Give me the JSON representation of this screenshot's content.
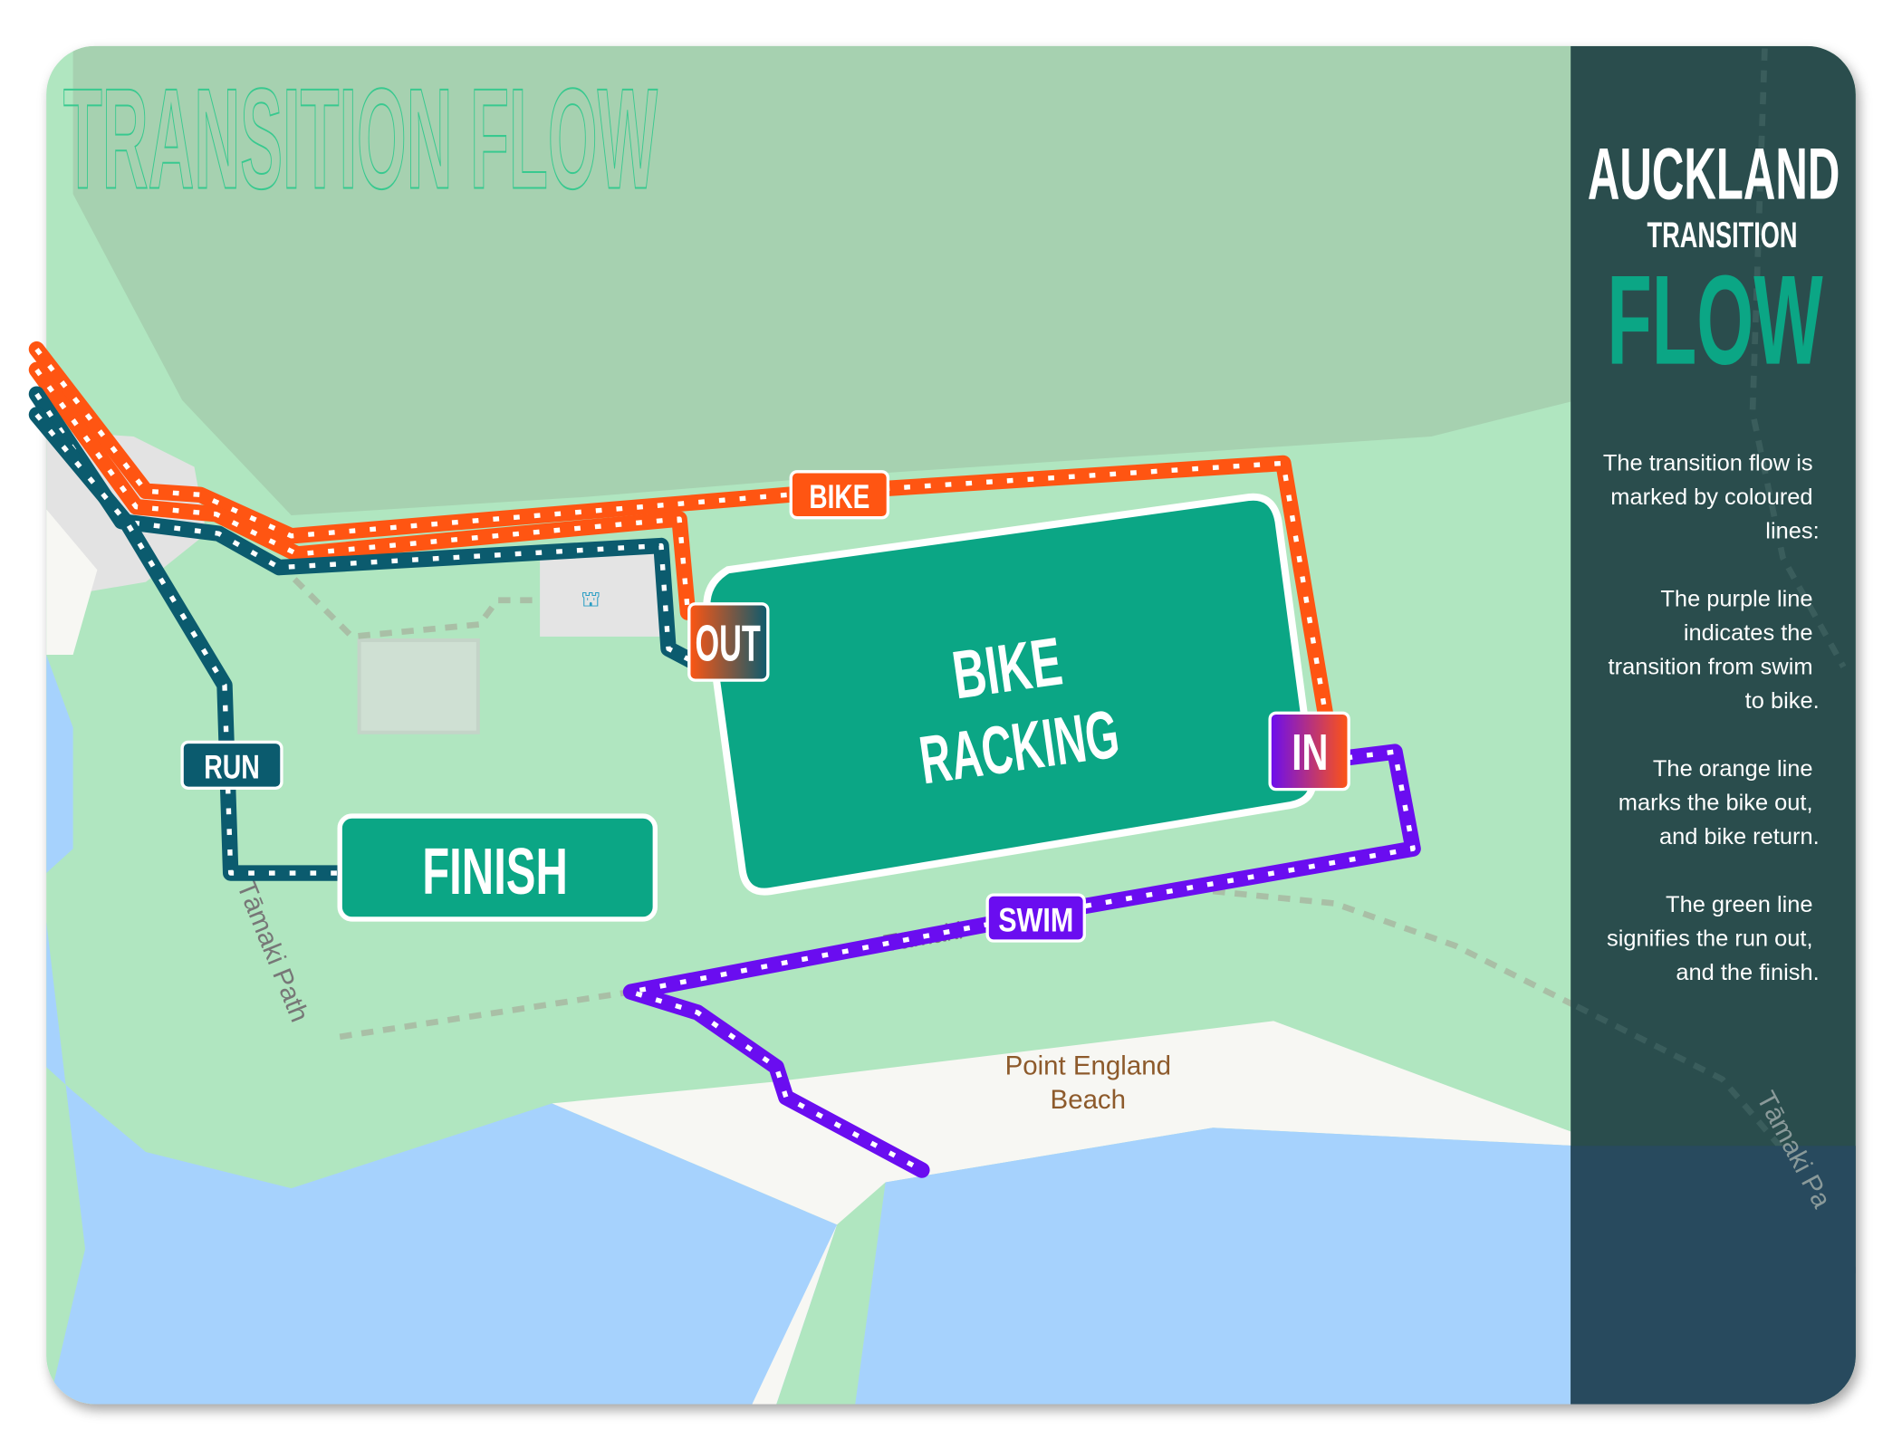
{
  "title": "TRANSITION FLOW",
  "sidebar": {
    "heading_line1": "AUCKLAND",
    "heading_line2": "TRANSITION",
    "heading_line3": "FLOW",
    "paragraphs": [
      [
        "The transition flow is",
        "marked by coloured",
        "lines:"
      ],
      [
        "The purple line",
        "indicates the",
        "transition from swim",
        "to bike."
      ],
      [
        "The orange line",
        "marks the bike out,",
        "and bike return."
      ],
      [
        "The green line",
        "signifies the run out,",
        "and the finish."
      ]
    ]
  },
  "labels": {
    "bike": "BIKE",
    "out": "OUT",
    "in": "IN",
    "run": "RUN",
    "swim": "SWIM",
    "finish": "FINISH",
    "bike_racking_1": "BIKE",
    "bike_racking_2": "RACKING"
  },
  "map_labels": {
    "beach_1": "Point England",
    "beach_2": "Beach",
    "path_left": "Tāmaki Path",
    "path_right": "Tāmaki Pa",
    "path_middle": "Tāmaki"
  },
  "colors": {
    "swim": "#6a0df0",
    "bike": "#ff5512",
    "run": "#0b5b6e",
    "accent": "#0ba685",
    "sidebar": "#2a4d4d"
  },
  "icons": [
    "playground-icon"
  ]
}
